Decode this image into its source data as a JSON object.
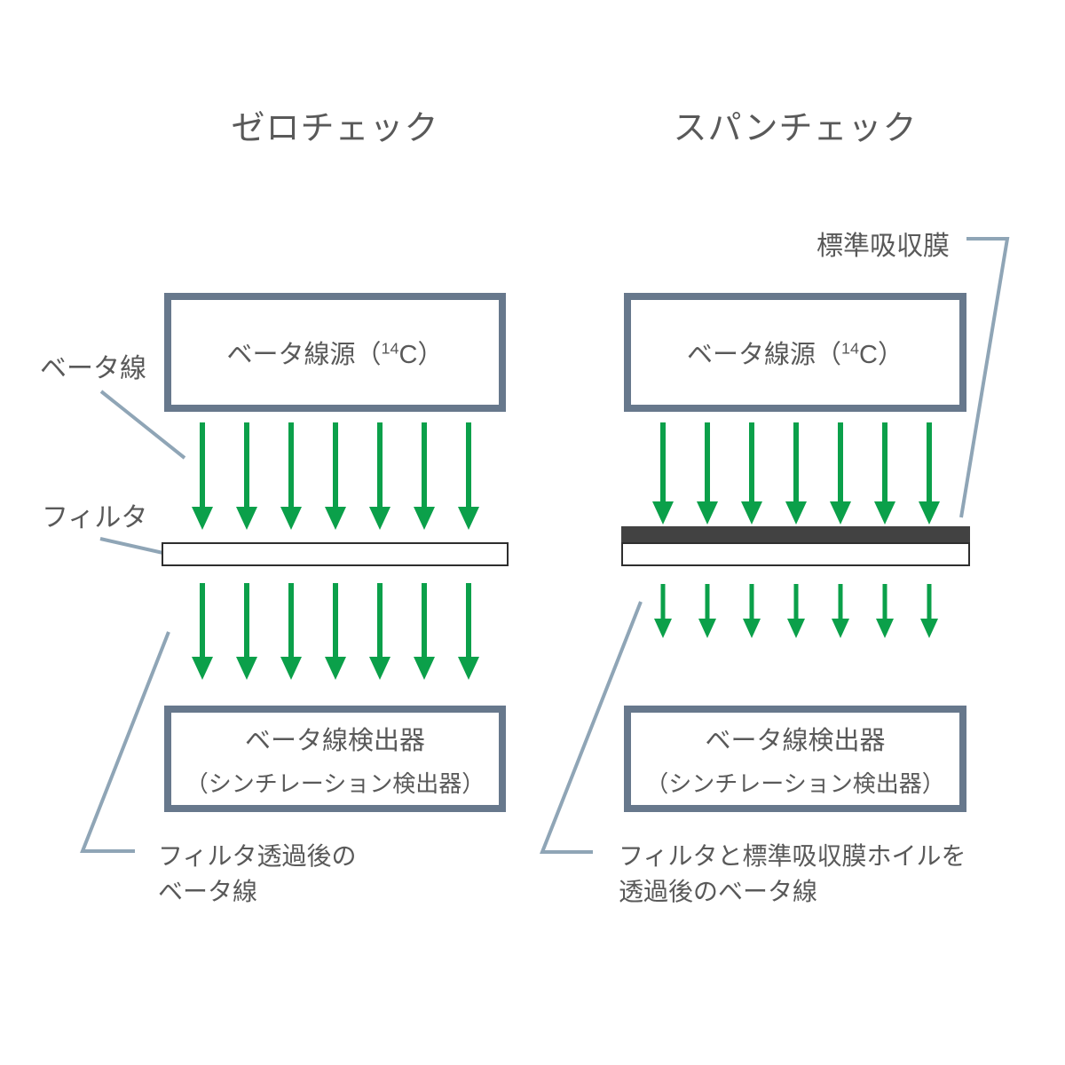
{
  "colors": {
    "arrow_green": "#0ba04a",
    "box_border": "#67788c",
    "text": "#595959",
    "leader_line": "#8fa5b6",
    "filter_border": "#2e2e2e",
    "absorber_fill": "#424242"
  },
  "left_panel": {
    "title": "ゼロチェック",
    "source_prefix": "ベータ線源（",
    "source_sup": "14",
    "source_suffix": "C）",
    "detector_line1": "ベータ線検出器",
    "detector_line2": "（シンチレーション検出器）",
    "beta_ray_label": "ベータ線",
    "filter_label": "フィルタ",
    "caption_line1": "フィルタ透過後の",
    "caption_line2": "ベータ線",
    "beams_above_filter": 7,
    "beams_below_filter": 7
  },
  "right_panel": {
    "title": "スパンチェック",
    "source_prefix": "ベータ線源（",
    "source_sup": "14",
    "source_suffix": "C）",
    "detector_line1": "ベータ線検出器",
    "detector_line2": "（シンチレーション検出器）",
    "absorber_label": "標準吸収膜",
    "caption_line1": "フィルタと標準吸収膜ホイルを",
    "caption_line2": "透過後のベータ線",
    "beams_above_filter": 7,
    "beams_below_filter": 7
  }
}
